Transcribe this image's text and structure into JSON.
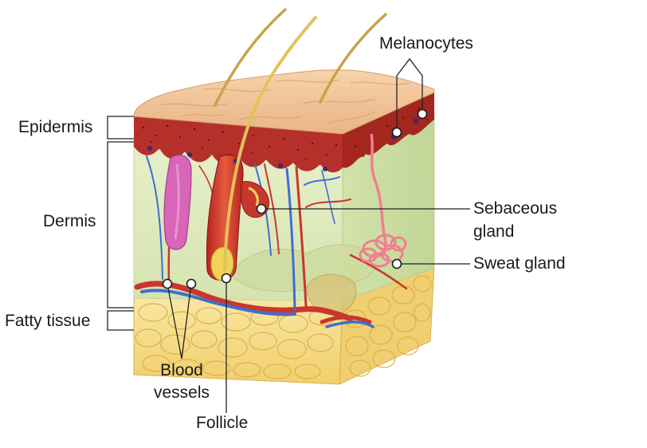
{
  "labels": {
    "epidermis": "Epidermis",
    "dermis": "Dermis",
    "fatty_tissue": "Fatty tissue",
    "melanocytes": "Melanocytes",
    "sebaceous_gland": [
      "Sebaceous",
      "gland"
    ],
    "sweat_gland": "Sweat gland",
    "blood_vessels": [
      "Blood",
      "vessels"
    ],
    "follicle": "Follicle"
  },
  "colors": {
    "epidermis": "#b5302a",
    "skin_surface": "#f2c79e",
    "dermis": "#dfe9bf",
    "fat": "#f6df8a",
    "artery": "#c8372d",
    "vein": "#3d6fd0",
    "hair": "#d9b34a",
    "sweat_gland": "#f07f92",
    "sebaceous_gland": "#c8372d",
    "follicle_pink": "#d865b8"
  }
}
